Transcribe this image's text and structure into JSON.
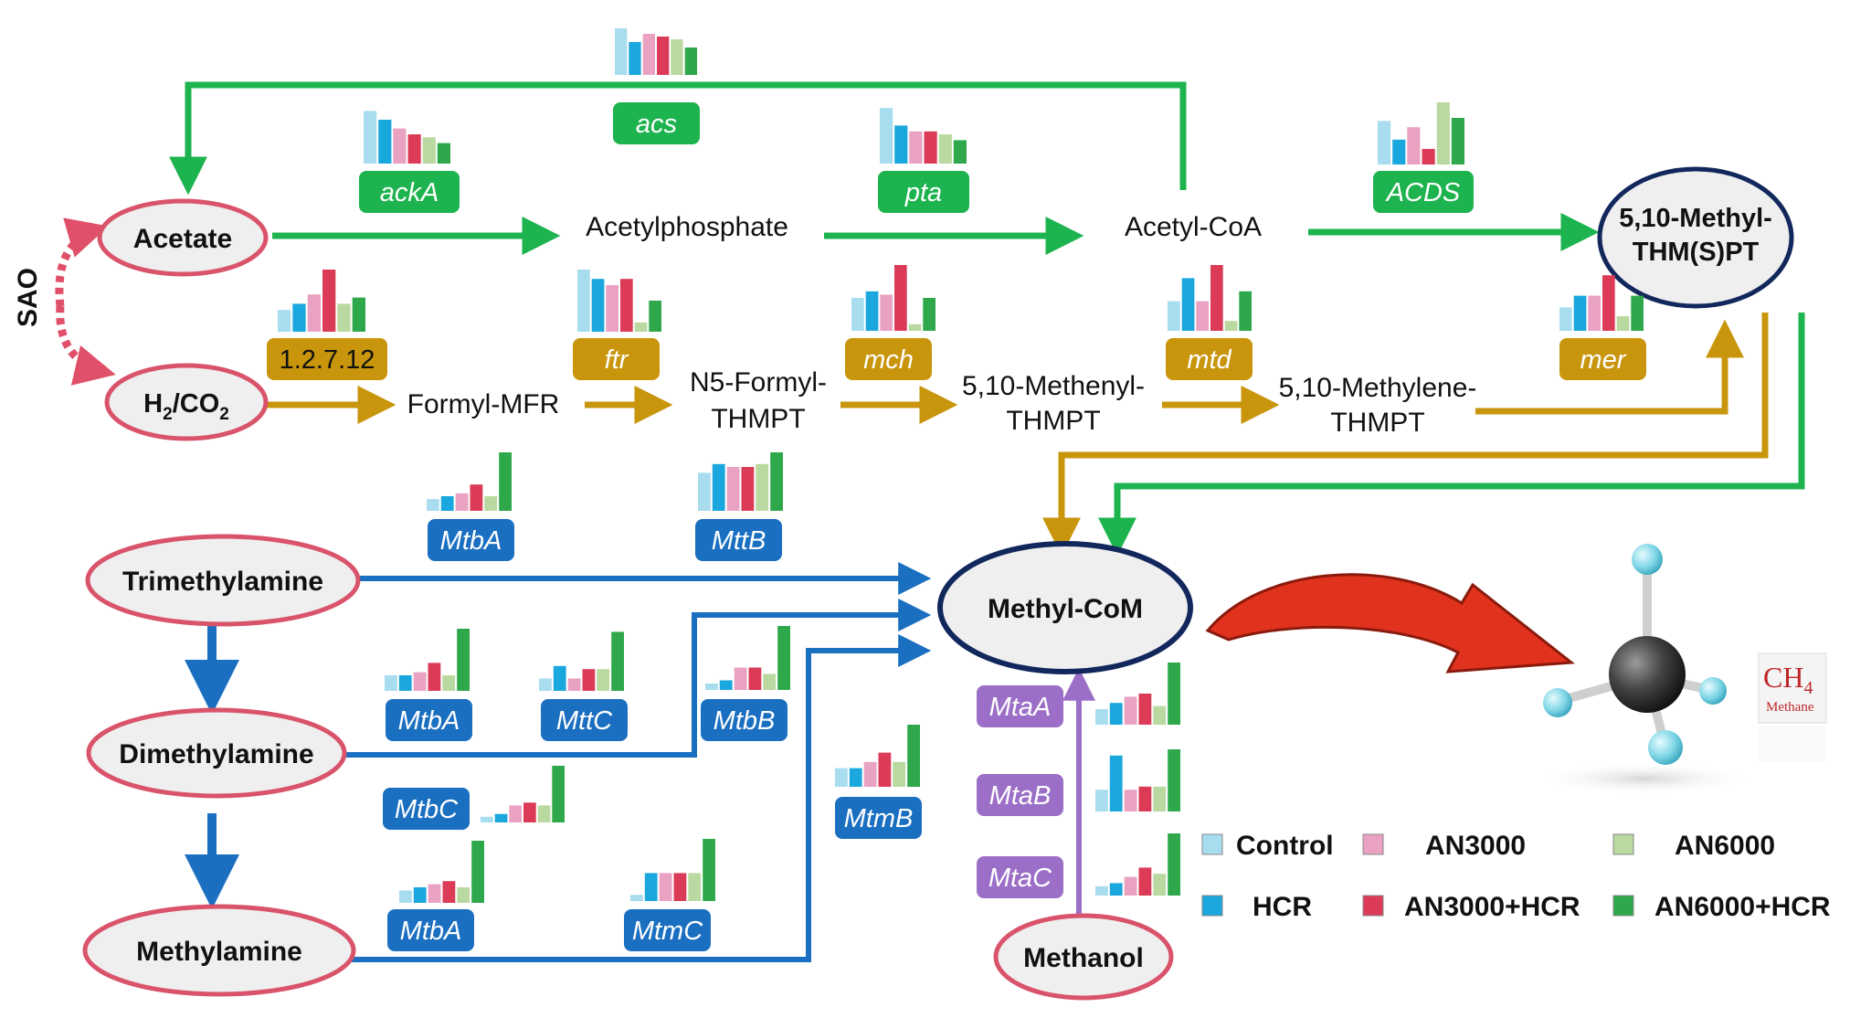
{
  "colors": {
    "node_stroke": "#d9536b",
    "node_fill": "#efefef",
    "central_stroke": "#12275c",
    "green": "#1db34e",
    "gold": "#c8950c",
    "blue": "#1a6fc1",
    "purple": "#9b6fc7",
    "sao": "#e0506a",
    "bar_colors": [
      "#a8dcef",
      "#1aa7dd",
      "#eaa2c2",
      "#db3b57",
      "#b9d9a0",
      "#2ea84b"
    ]
  },
  "nodes": {
    "acetate": "Acetate",
    "h2co2": "H2/CO2",
    "methyl_thmspt_line1": "5,10-Methyl-",
    "methyl_thmspt_line2": "THM(S)PT",
    "trimethylamine": "Trimethylamine",
    "dimethylamine": "Dimethylamine",
    "methylamine": "Methylamine",
    "methyl_com": "Methyl-CoM",
    "methanol": "Methanol"
  },
  "h2co2_parts": {
    "h": "H",
    "sub2a": "2",
    "co": "/CO",
    "sub2b": "2"
  },
  "intermediates": {
    "acetylphosphate": "Acetylphosphate",
    "acetyl_coa": "Acetyl-CoA",
    "formyl_mfr": "Formyl-MFR",
    "n5_formyl_1": "N5-Formyl-",
    "n5_formyl_2": "THMPT",
    "methenyl_1": "5,10-Methenyl-",
    "methenyl_2": "THMPT",
    "methylene_1": "5,10-Methylene-",
    "methylene_2": "THMPT"
  },
  "side_label": "SAO",
  "methane": {
    "formula": "CH",
    "subscript": "4",
    "name": "Methane"
  },
  "genes": [
    {
      "id": "acs",
      "label": "acs",
      "color": "green",
      "bars": [
        0.85,
        0.6,
        0.75,
        0.7,
        0.65,
        0.5
      ]
    },
    {
      "id": "ackA",
      "label": "ackA",
      "color": "green",
      "bars": [
        0.9,
        0.75,
        0.6,
        0.5,
        0.45,
        0.35
      ]
    },
    {
      "id": "pta",
      "label": "pta",
      "color": "green",
      "bars": [
        0.95,
        0.65,
        0.55,
        0.55,
        0.5,
        0.4
      ]
    },
    {
      "id": "acds",
      "label": "ACDS",
      "color": "green",
      "bars": [
        0.7,
        0.4,
        0.6,
        0.25,
        1.0,
        0.75
      ]
    },
    {
      "id": "ec127",
      "label": "1.2.7.12",
      "color": "gold",
      "bars": [
        0.35,
        0.45,
        0.6,
        1.0,
        0.45,
        0.55
      ]
    },
    {
      "id": "ftr",
      "label": "ftr",
      "color": "gold",
      "bars": [
        1.0,
        0.85,
        0.75,
        0.85,
        0.15,
        0.5
      ]
    },
    {
      "id": "mch",
      "label": "mch",
      "color": "gold",
      "bars": [
        0.5,
        0.6,
        0.55,
        1.0,
        0.1,
        0.5
      ]
    },
    {
      "id": "mtd",
      "label": "mtd",
      "color": "gold",
      "bars": [
        0.45,
        0.8,
        0.45,
        1.0,
        0.15,
        0.6
      ]
    },
    {
      "id": "mer",
      "label": "mer",
      "color": "gold",
      "bars": [
        0.4,
        0.6,
        0.6,
        0.95,
        0.25,
        0.6
      ]
    },
    {
      "id": "mtba1",
      "label": "MtbA",
      "color": "blue",
      "bars": [
        0.2,
        0.25,
        0.3,
        0.45,
        0.25,
        1.0
      ]
    },
    {
      "id": "mttb",
      "label": "MttB",
      "color": "blue",
      "bars": [
        0.65,
        0.8,
        0.75,
        0.75,
        0.8,
        1.0
      ]
    },
    {
      "id": "mtba2",
      "label": "MtbA",
      "color": "blue",
      "bars": [
        0.25,
        0.25,
        0.3,
        0.45,
        0.25,
        1.0
      ]
    },
    {
      "id": "mttc",
      "label": "MttC",
      "color": "blue",
      "bars": [
        0.2,
        0.4,
        0.2,
        0.35,
        0.35,
        0.95
      ]
    },
    {
      "id": "mtbb",
      "label": "MtbB",
      "color": "blue",
      "bars": [
        0.1,
        0.15,
        0.35,
        0.35,
        0.25,
        1.0
      ]
    },
    {
      "id": "mtbc",
      "label": "MtbC",
      "color": "blue",
      "bars": [
        0.1,
        0.15,
        0.3,
        0.35,
        0.3,
        1.0
      ]
    },
    {
      "id": "mtmb",
      "label": "MtmB",
      "color": "blue",
      "bars": [
        0.3,
        0.3,
        0.4,
        0.55,
        0.4,
        1.0
      ]
    },
    {
      "id": "mtba3",
      "label": "MtbA",
      "color": "blue",
      "bars": [
        0.2,
        0.25,
        0.3,
        0.35,
        0.25,
        1.0
      ]
    },
    {
      "id": "mtmc",
      "label": "MtmC",
      "color": "blue",
      "bars": [
        0.1,
        0.45,
        0.45,
        0.45,
        0.45,
        1.0
      ]
    },
    {
      "id": "mtaa",
      "label": "MtaA",
      "color": "purple",
      "bars": [
        0.25,
        0.35,
        0.45,
        0.5,
        0.3,
        1.0
      ]
    },
    {
      "id": "mtab",
      "label": "MtaB",
      "color": "purple",
      "bars": [
        0.35,
        0.9,
        0.35,
        0.4,
        0.4,
        1.0
      ]
    },
    {
      "id": "mtac",
      "label": "MtaC",
      "color": "purple",
      "bars": [
        0.15,
        0.2,
        0.3,
        0.45,
        0.35,
        1.0
      ]
    }
  ],
  "legend": [
    {
      "label": "Control",
      "color": "#a8dcef"
    },
    {
      "label": "AN3000",
      "color": "#eaa2c2"
    },
    {
      "label": "AN6000",
      "color": "#b9d9a0"
    },
    {
      "label": "HCR",
      "color": "#1aa7dd"
    },
    {
      "label": "AN3000+HCR",
      "color": "#db3b57"
    },
    {
      "label": "AN6000+HCR",
      "color": "#2ea84b"
    }
  ]
}
